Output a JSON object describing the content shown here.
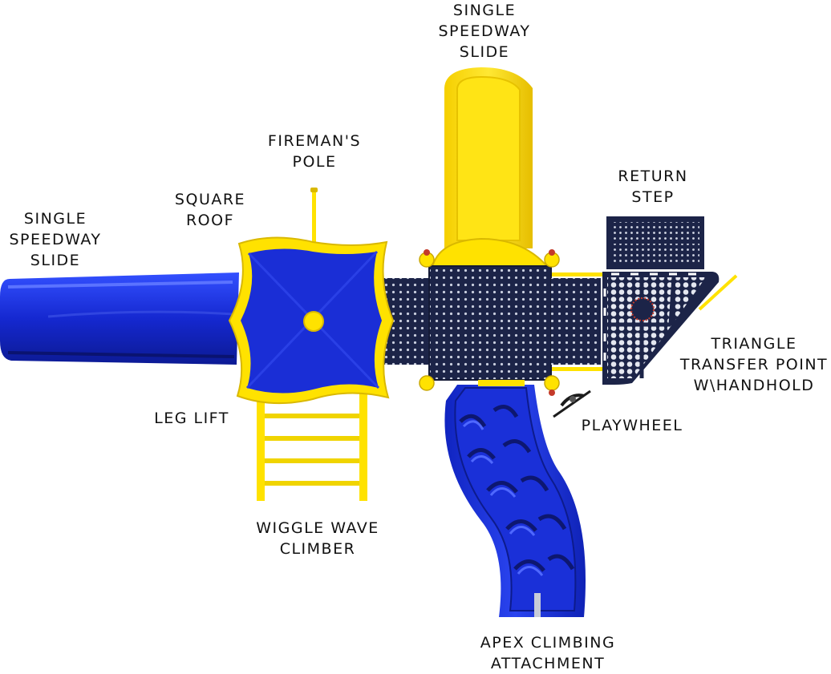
{
  "labels": {
    "left_slide": [
      "SINGLE",
      "SPEEDWAY",
      "SLIDE"
    ],
    "top_slide": [
      "SINGLE",
      "SPEEDWAY",
      "SLIDE"
    ],
    "fireman_pole": [
      "FIREMAN'S",
      "POLE"
    ],
    "square_roof": [
      "SQUARE",
      "ROOF"
    ],
    "return_step": [
      "RETURN",
      "STEP"
    ],
    "triangle_transfer": [
      "TRIANGLE",
      "TRANSFER POINT",
      "W\\HANDHOLD"
    ],
    "leg_lift": [
      "LEG LIFT"
    ],
    "playwheel": [
      "PLAYWHEEL"
    ],
    "wiggle_wave": [
      "WIGGLE WAVE",
      "CLIMBER"
    ],
    "apex_climbing": [
      "APEX CLIMBING",
      "ATTACHMENT"
    ]
  },
  "colors": {
    "blue": "#1a2ed6",
    "blue_dark": "#0e1a8a",
    "yellow": "#ffe200",
    "yellow_dark": "#d9b800",
    "navy": "#1c2448",
    "perf": "#c9cede",
    "red": "#c43a2a"
  }
}
